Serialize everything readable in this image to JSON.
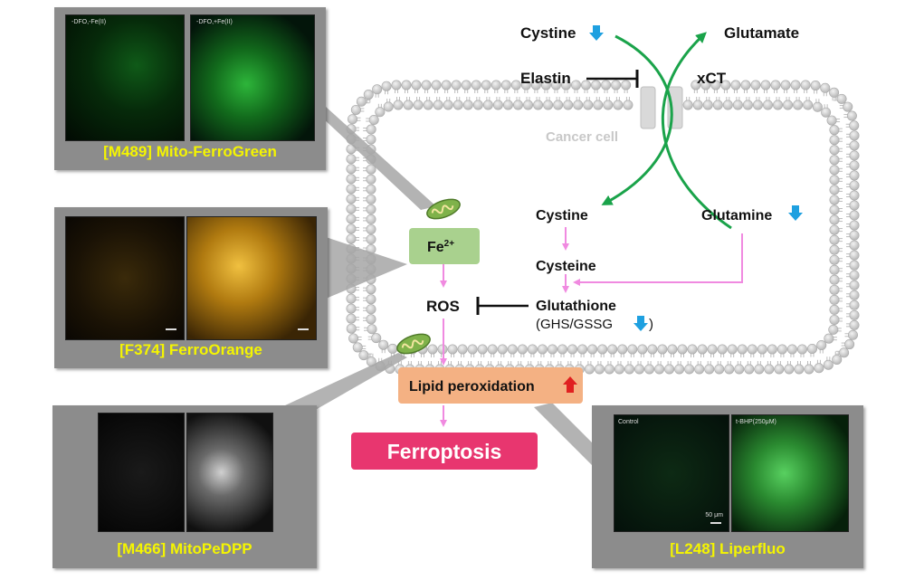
{
  "cell": {
    "label": "Cancer cell",
    "transporter": "xCT"
  },
  "pathway": {
    "cystine_out": "Cystine",
    "glutamate_out": "Glutamate",
    "elastin": "Elastin",
    "cystine_in": "Cystine",
    "glutamine": "Glutamine",
    "cysteine": "Cysteine",
    "glutathione": "Glutathione",
    "glutathione_ratio": "(GHS/GSSG",
    "ros": "ROS",
    "iron": "Fe",
    "iron_charge": "2+",
    "lipid_peroxidation": "Lipid peroxidation",
    "ferroptosis": "Ferroptosis"
  },
  "products": [
    {
      "title": "[M489] Mito-FerroGreen",
      "captions": [
        "-DFO,-Fe(II)",
        "-DFO,+Fe(II)"
      ]
    },
    {
      "title": "[F374] FerroOrange",
      "captions": [
        "",
        ""
      ]
    },
    {
      "title": "[M466] MitoPeDPP",
      "captions": [
        "",
        ""
      ]
    },
    {
      "title": "[L248] Liperfluo",
      "captions": [
        "Control",
        "t-BHP(250μM)"
      ],
      "scale": "50 μm"
    }
  ],
  "colors": {
    "flow_arrow": "#f08ae0",
    "transport_arrow": "#1aa34a",
    "decrease_arrow": "#1ea0e0",
    "increase_arrow": "#e02020",
    "iron_box": "#a9d18e",
    "lipid_box": "#f4b183",
    "ferroptosis_box": "#e8366f",
    "panel_title": "#f5f500"
  },
  "icons": [
    "mitochondrion-icon",
    "down-arrow-icon",
    "up-arrow-icon",
    "inhibition-icon"
  ]
}
